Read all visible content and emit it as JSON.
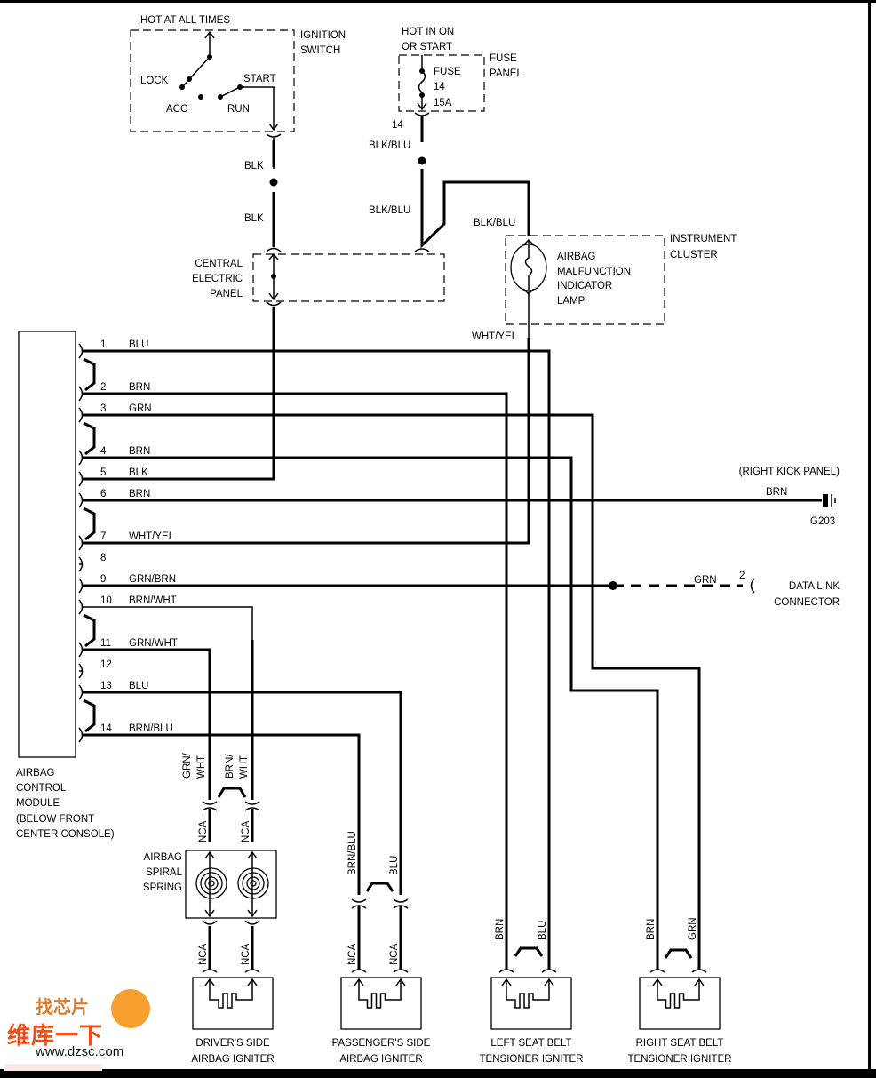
{
  "ignition": {
    "hot": "HOT AT ALL TIMES",
    "title1": "IGNITION",
    "title2": "SWITCH",
    "lock": "LOCK",
    "acc": "ACC",
    "start": "START",
    "run": "RUN"
  },
  "fuse": {
    "hot1": "HOT IN ON",
    "hot2": "OR START",
    "title1": "FUSE",
    "title2": "PANEL",
    "l1": "FUSE",
    "l2": "14",
    "l3": "15A",
    "pin": "14"
  },
  "wires": {
    "blk_a": "BLK",
    "blk_b": "BLK",
    "blkblu_a": "BLK/BLU",
    "blkblu_b": "BLK/BLU",
    "blkblu_c": "BLK/BLU",
    "whtyel": "WHT/YEL"
  },
  "central_panel": {
    "l1": "CENTRAL",
    "l2": "ELECTRIC",
    "l3": "PANEL"
  },
  "cluster": {
    "title1": "INSTRUMENT",
    "title2": "CLUSTER",
    "lamp1": "AIRBAG",
    "lamp2": "MALFUNCTION",
    "lamp3": "INDICATOR",
    "lamp4": "LAMP"
  },
  "module": {
    "l1": "AIRBAG",
    "l2": "CONTROL",
    "l3": "MODULE",
    "l4": "(BELOW FRONT",
    "l5": "CENTER CONSOLE)",
    "pins": [
      {
        "n": "1",
        "c": "BLU"
      },
      {
        "n": "2",
        "c": "BRN"
      },
      {
        "n": "3",
        "c": "GRN"
      },
      {
        "n": "4",
        "c": "BRN"
      },
      {
        "n": "5",
        "c": "BLK"
      },
      {
        "n": "6",
        "c": "BRN"
      },
      {
        "n": "7",
        "c": "WHT/YEL"
      },
      {
        "n": "8",
        "c": ""
      },
      {
        "n": "9",
        "c": "GRN/BRN"
      },
      {
        "n": "10",
        "c": "BRN/WHT"
      },
      {
        "n": "11",
        "c": "GRN/WHT"
      },
      {
        "n": "12",
        "c": ""
      },
      {
        "n": "13",
        "c": "BLU"
      },
      {
        "n": "14",
        "c": "BRN/BLU"
      }
    ]
  },
  "ground": {
    "loc": "(RIGHT KICK PANEL)",
    "wire": "BRN",
    "id": "G203"
  },
  "dlc": {
    "wire": "GRN",
    "pin": "2",
    "l1": "DATA LINK",
    "l2": "CONNECTOR"
  },
  "spiral": {
    "l1": "AIRBAG",
    "l2": "SPIRAL",
    "l3": "SPRING"
  },
  "bottom_labels": {
    "grn_wht_1": "GRN/",
    "grn_wht_2": "WHT",
    "brn_wht_1": "BRN/",
    "brn_wht_2": "WHT",
    "nca": "NCA",
    "brnblu": "BRN/BLU",
    "blu": "BLU",
    "brn": "BRN",
    "grn": "GRN"
  },
  "igniters": [
    {
      "l1": "DRIVER'S SIDE",
      "l2": "AIRBAG IGNITER"
    },
    {
      "l1": "PASSENGER'S SIDE",
      "l2": "AIRBAG IGNITER"
    },
    {
      "l1": "LEFT SEAT BELT",
      "l2": "TENSIONER IGNITER"
    },
    {
      "l1": "RIGHT SEAT BELT",
      "l2": "TENSIONER IGNITER"
    }
  ],
  "watermark": {
    "cn1": "找芯片",
    "cn2": "维库一下",
    "url": "www.dzsc.com"
  }
}
